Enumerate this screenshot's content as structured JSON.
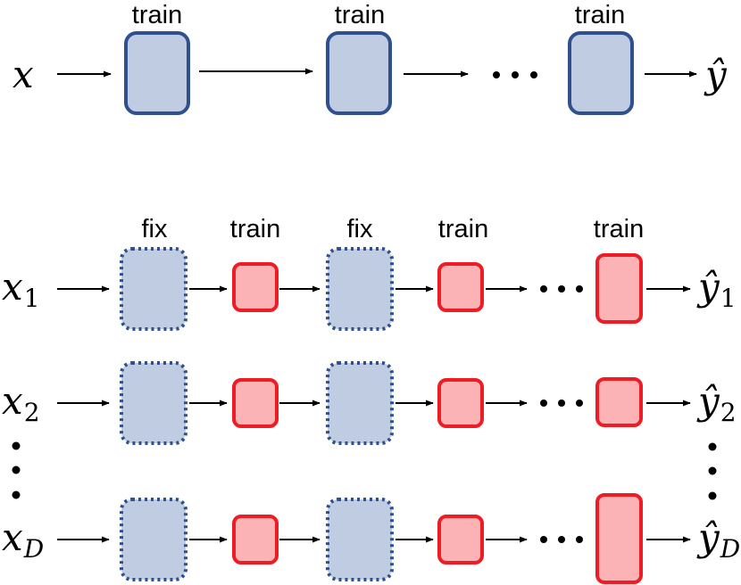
{
  "top_row": {
    "input": "x",
    "output": "ŷ",
    "labels": [
      "train",
      "train",
      "train"
    ]
  },
  "rows": [
    {
      "input": "x",
      "input_sub": "1",
      "output": "ŷ",
      "output_sub": "1"
    },
    {
      "input": "x",
      "input_sub": "2",
      "output": "ŷ",
      "output_sub": "2"
    },
    {
      "input": "x",
      "input_sub": "D",
      "output": "ŷ",
      "output_sub": "D"
    }
  ],
  "column_labels": [
    "fix",
    "train",
    "fix",
    "train",
    "train"
  ],
  "colors": {
    "blue_fill": "#bfcce2",
    "blue_stroke": "#2f4f8f",
    "red_fill": "#fbb3b6",
    "red_stroke": "#ee1c24"
  }
}
